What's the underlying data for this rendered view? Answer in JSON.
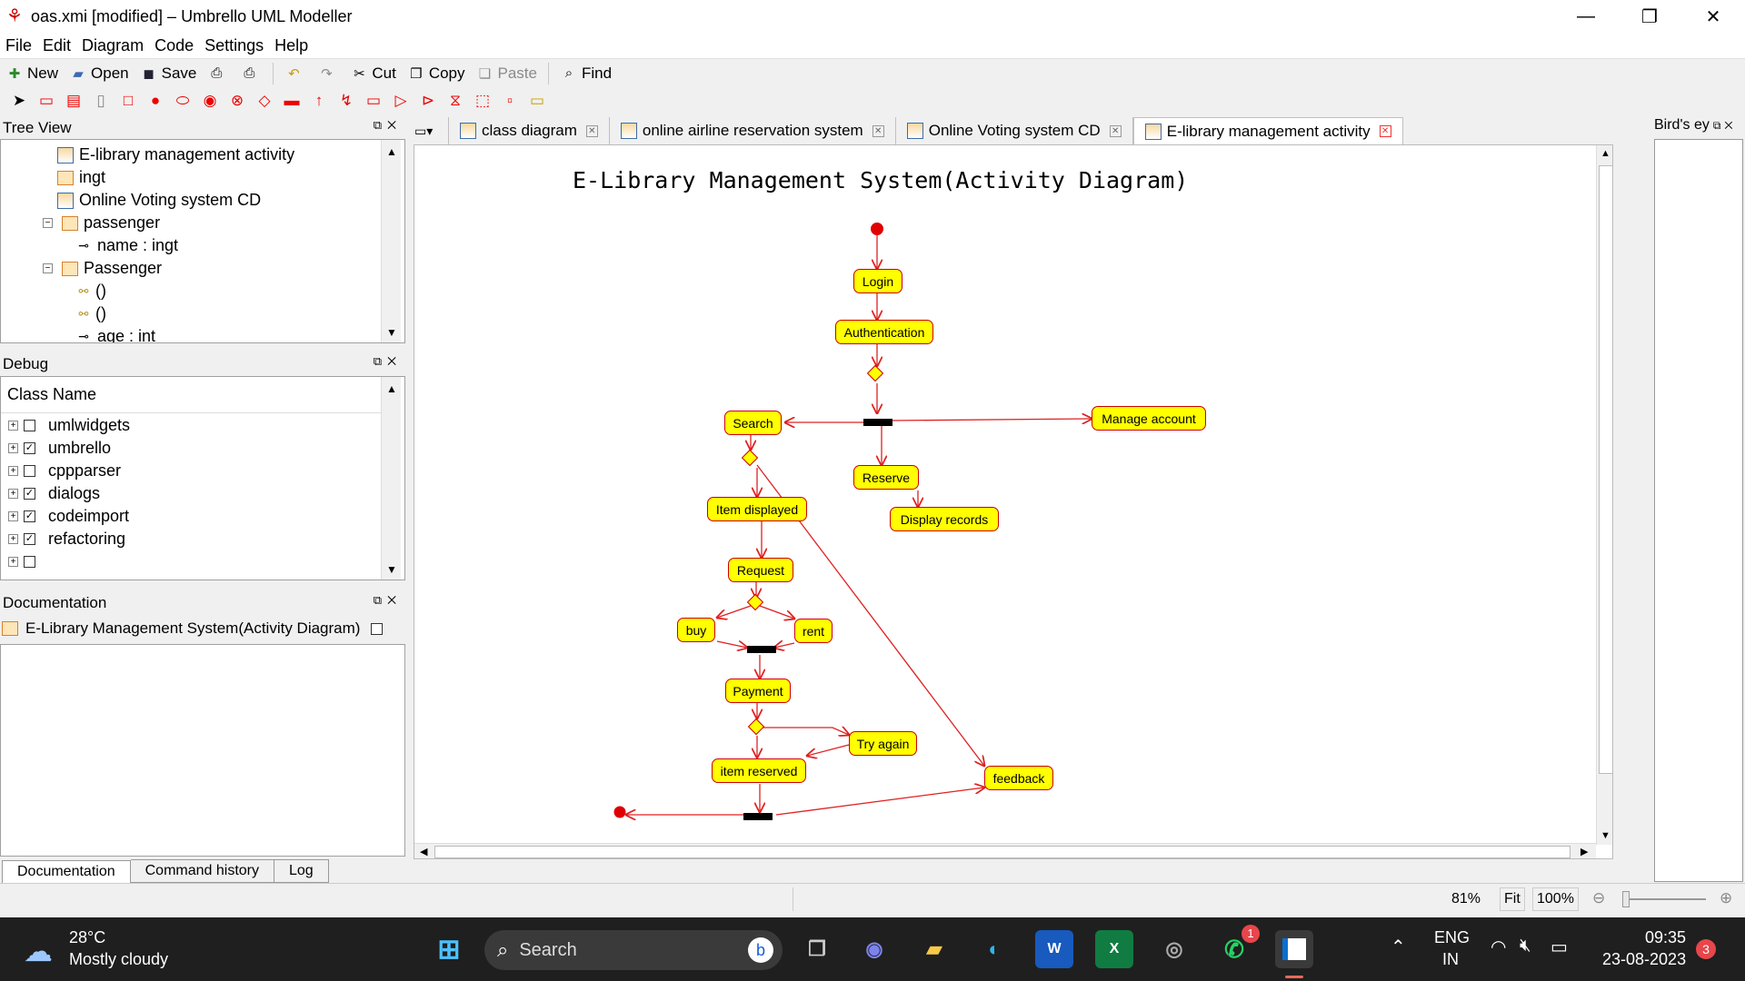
{
  "window": {
    "title": "oas.xmi [modified] – Umbrello UML Modeller",
    "minimize": "—",
    "maximize": "❐",
    "close": "✕"
  },
  "menu": [
    "File",
    "Edit",
    "Diagram",
    "Code",
    "Settings",
    "Help"
  ],
  "toolbar": {
    "new": "New",
    "open": "Open",
    "save": "Save",
    "cut": "Cut",
    "copy": "Copy",
    "paste": "Paste",
    "find": "Find"
  },
  "tree_view": {
    "title": "Tree View",
    "items": [
      {
        "label": "E-library management activity",
        "icon": "diagram-icon"
      },
      {
        "label": "ingt",
        "icon": "class-icon"
      },
      {
        "label": "Online Voting system CD",
        "icon": "diagram-icon"
      },
      {
        "label": "passenger",
        "icon": "class-icon",
        "expanded": true
      },
      {
        "label": "name : ingt",
        "icon": "attribute-icon"
      },
      {
        "label": "Passenger",
        "icon": "class-icon",
        "expanded": true
      },
      {
        "label": "()",
        "icon": "operation-icon"
      },
      {
        "label": "()",
        "icon": "operation-icon"
      },
      {
        "label": "age : int",
        "icon": "attribute-icon"
      }
    ]
  },
  "debug": {
    "title": "Debug",
    "column": "Class Name",
    "rows": [
      {
        "label": "umlwidgets",
        "checked": false
      },
      {
        "label": "umbrello",
        "checked": true
      },
      {
        "label": "cppparser",
        "checked": false
      },
      {
        "label": "dialogs",
        "checked": true
      },
      {
        "label": "codeimport",
        "checked": true
      },
      {
        "label": "refactoring",
        "checked": true
      },
      {
        "label": "",
        "checked": false
      }
    ]
  },
  "documentation": {
    "title": "Documentation",
    "item": "E-Library Management System(Activity Diagram)",
    "bottom_tabs": [
      "Documentation",
      "Command history",
      "Log"
    ]
  },
  "tabs": [
    {
      "label": "class diagram",
      "active": false
    },
    {
      "label": "online airline reservation system",
      "active": false
    },
    {
      "label": "Online Voting system CD",
      "active": false
    },
    {
      "label": "E-library management activity",
      "active": true
    }
  ],
  "diagram": {
    "title": "E-Library Management System(Activity Diagram)",
    "nodes": {
      "login": "Login",
      "authentication": "Authentication",
      "search": "Search",
      "manage_account": "Manage account",
      "reserve": "Reserve",
      "display_records": "Display records",
      "item_displayed": "Item displayed",
      "request": "Request",
      "buy": "buy",
      "rent": "rent",
      "payment": "Payment",
      "try_again": "Try again",
      "item_reserved": "item reserved",
      "feedback": "feedback"
    }
  },
  "birds_eye": {
    "title": "Bird's ey"
  },
  "status": {
    "zoom_pct": "81%",
    "fit": "Fit",
    "hundred": "100%"
  },
  "taskbar": {
    "weather_temp": "28°C",
    "weather_desc": "Mostly cloudy",
    "search": "Search",
    "lang": "ENG",
    "region": "IN",
    "time": "09:35",
    "date": "23-08-2023",
    "notif_count": "3",
    "whatsapp_badge": "1"
  },
  "colors": {
    "node_fill": "#ffff00",
    "edge": "#e02020",
    "accent": "#0078d4"
  }
}
